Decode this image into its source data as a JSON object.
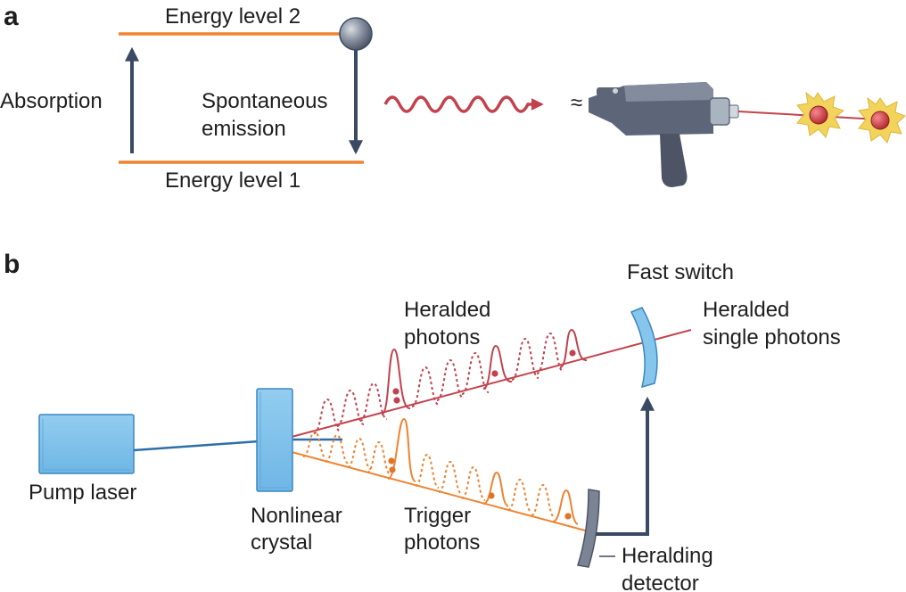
{
  "panels": {
    "a": "a",
    "b": "b"
  },
  "panel_a": {
    "energy_level_2": "Energy level 2",
    "energy_level_1": "Energy level 1",
    "absorption": "Absorption",
    "spontaneous_line1": "Spontaneous",
    "spontaneous_line2": "emission",
    "approx": "≈"
  },
  "panel_b": {
    "pump_laser": "Pump laser",
    "nonlinear_line1": "Nonlinear",
    "nonlinear_line2": "crystal",
    "heralded_photons_line1": "Heralded",
    "heralded_photons_line2": "photons",
    "trigger_photons_line1": "Trigger",
    "trigger_photons_line2": "photons",
    "fast_switch": "Fast switch",
    "heralded_single_line1": "Heralded",
    "heralded_single_line2": "single photons",
    "heralding_detector_line1": "Heralding",
    "heralding_detector_line2": "detector"
  },
  "colors": {
    "navy": "#3b4a64",
    "orange": "#ee8431",
    "red": "#c2434d",
    "light_blue": "#86c5ec",
    "gray": "#7b8494",
    "yellow": "#f2d35b"
  }
}
